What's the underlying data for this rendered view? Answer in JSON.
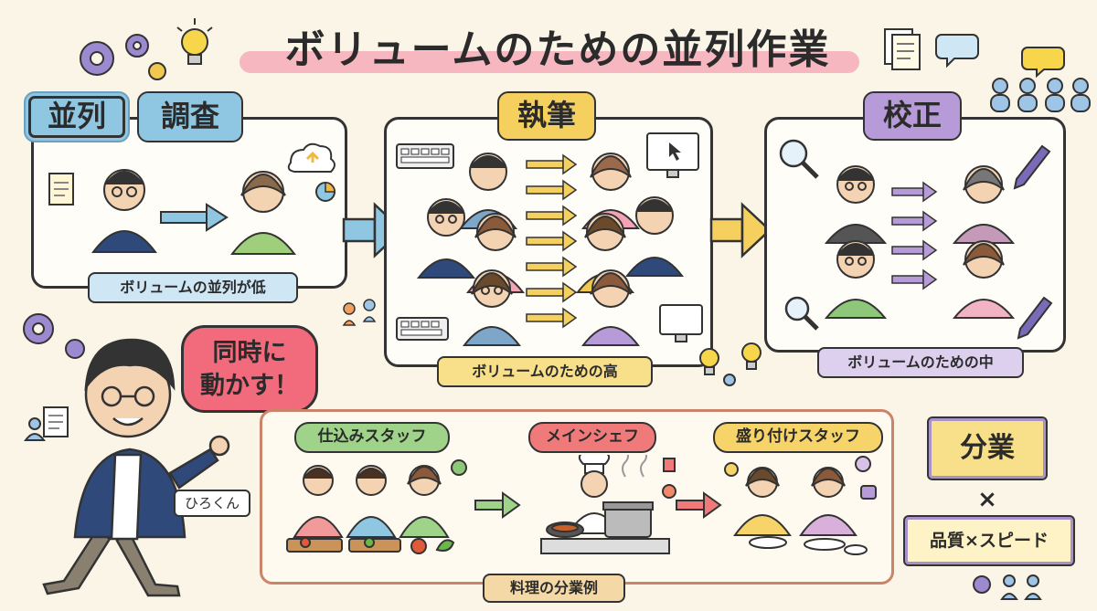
{
  "title": "ボリュームのための並列作業",
  "sections": {
    "research": {
      "label_a": "並列",
      "label_b": "調査",
      "caption": "ボリュームの並列が低"
    },
    "writing": {
      "label": "執筆",
      "caption": "ボリュームのための高"
    },
    "proofreading": {
      "label": "校正",
      "caption": "ボリュームのための中"
    }
  },
  "presenter": {
    "speech": [
      "同時に",
      "動かす！"
    ],
    "name": "ひろくん"
  },
  "cooking": {
    "caption": "料理の分業例",
    "stages": [
      {
        "label": "仕込みスタッフ"
      },
      {
        "label": "メインシェフ"
      },
      {
        "label": "盛り付けスタッフ"
      }
    ]
  },
  "summary": {
    "top": "分業",
    "times": "×",
    "bottom": "品質×スピード"
  },
  "colors": {
    "background": "#fbf5e8",
    "research": "#8fc7e3",
    "writing": "#f5d05e",
    "proofreading": "#b79bd8",
    "cook_green": "#9fd38a",
    "cook_red": "#f07a7a",
    "cook_yellow": "#f6d46a",
    "highlight": "#f7b7c0",
    "summary_fill": "#f8e08a",
    "summary_border": "#a892c8"
  }
}
